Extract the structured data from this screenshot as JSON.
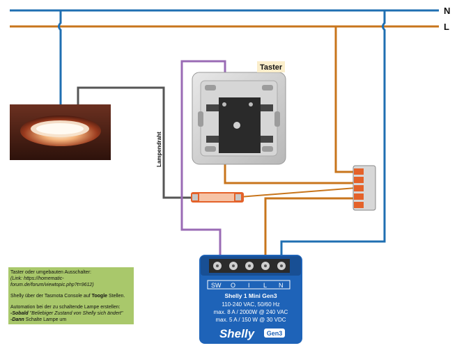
{
  "rails": {
    "n_label": "N",
    "l_label": "L"
  },
  "taster": {
    "label": "Taster"
  },
  "lampendraht": {
    "label": "Lampendraht"
  },
  "shelly": {
    "terminals": [
      "SW",
      "O",
      "I",
      "L",
      "N"
    ],
    "model": "Shelly 1 Mini Gen3",
    "spec_voltage": "110-240 VAC, 50/60 Hz",
    "spec_max1": "max. 8 A / 2000W @ 240 VAC",
    "spec_max2": "max. 5 A / 150 W @ 30 VDC",
    "brand": "Shelly",
    "badge": "Gen3"
  },
  "note": {
    "line1": "Taster oder umgebauten Ausschalter:",
    "line2": "(Link: https://homematic-",
    "line3": "forum.de/forum/viewtopic.php?t=9612)",
    "line4_pre": "Shelly über der Tasmota Console auf ",
    "line4_bold": "Toogle",
    "line4_post": " Stellen.",
    "line5": "Automation bei der zu schaltende Lampe erstellen:",
    "line6_bold": "-Sobald",
    "line6_rest": " \"Beliebiger Zustand von Shelly sich ändert\"",
    "line7_bold": "-Dann",
    "line7_rest": " Schalte Lampe um"
  },
  "colors": {
    "neutral_wire": "#1f6fb2",
    "live_wire": "#c8751c",
    "switch_wire": "#9a6bb5",
    "lamp_wire": "#555555",
    "shelly_blue": "#1e63b8",
    "note_bg": "#a9c86b",
    "wago_orange": "#e4622a"
  }
}
